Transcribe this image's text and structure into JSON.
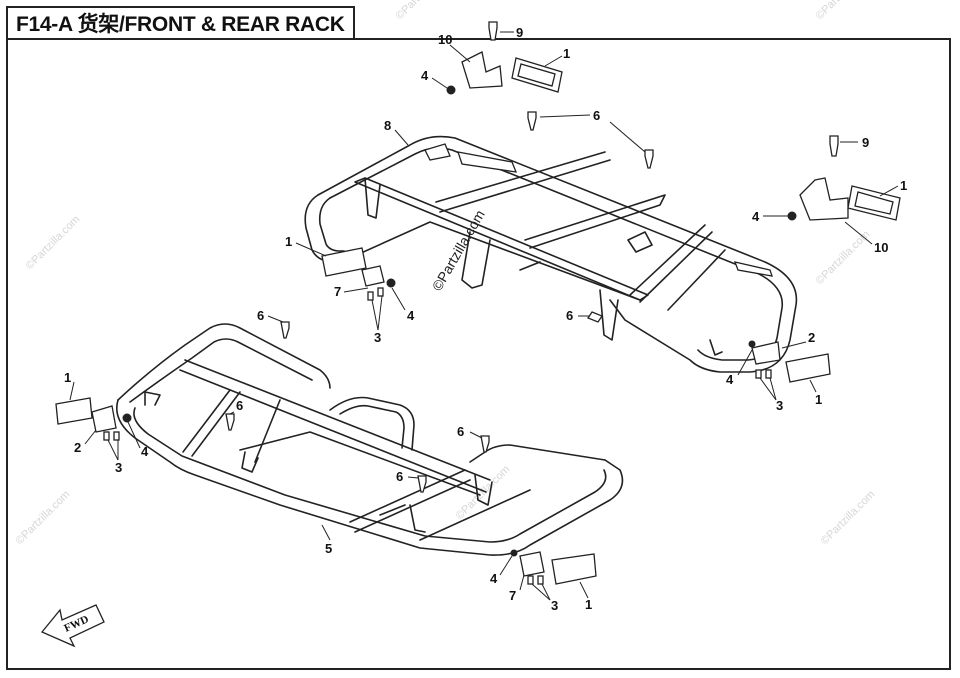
{
  "title": "F14-A 货架/FRONT & REAR RACK",
  "watermark": "©Partzilla.com",
  "direction_label": "FWD",
  "callouts": {
    "c1a": "1",
    "c1b": "1",
    "c1c": "1",
    "c1d": "1",
    "c1e": "1",
    "c1f": "1",
    "c2a": "2",
    "c2b": "2",
    "c3a": "3",
    "c3b": "3",
    "c3c": "3",
    "c3d": "3",
    "c4a": "4",
    "c4b": "4",
    "c4c": "4",
    "c4d": "4",
    "c4e": "4",
    "c4f": "4",
    "c5": "5",
    "c6a": "6",
    "c6b": "6",
    "c6c": "6",
    "c6d": "6",
    "c6e": "6",
    "c6f": "6",
    "c7a": "7",
    "c7b": "7",
    "c8": "8",
    "c9a": "9",
    "c9b": "9",
    "c10a": "10",
    "c10b": "10"
  }
}
